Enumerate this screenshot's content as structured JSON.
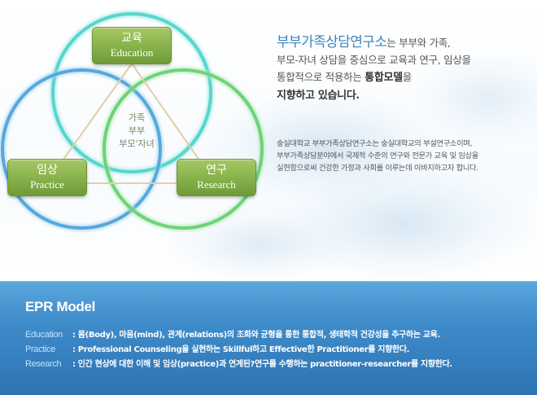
{
  "diagram": {
    "education": {
      "ko": "교육",
      "en": "Education"
    },
    "practice": {
      "ko": "임상",
      "en": "Practice"
    },
    "research": {
      "ko": "연구",
      "en": "Research"
    },
    "center": [
      "가족",
      "부부",
      "부모'자녀"
    ],
    "colors": {
      "circle_top": "#57d6cc",
      "circle_left": "#56a8dc",
      "circle_right": "#6fd27a",
      "node": "#86b04a"
    }
  },
  "intro": {
    "org_name": "부부가족상담연구소",
    "line1_rest": "는 부부와 가족,",
    "line2": "부모-자녀 상담을 중심으로 교육과 연구, 임상을",
    "line3_pre": "통합적으로 적용하는 ",
    "line3_strong": "통합모델",
    "line3_post": "을",
    "line4": "지향하고 있습니다.",
    "desc_line1": "숭실대학교 부부가족상담연구소는 숭실대학교의 부설연구소이며,",
    "desc_line2": "부부가족상담분야에서 국제적 수준의 연구와 전문가 교육 및 임상을",
    "desc_line3": "실현함으로써 건강한 가정과 사회를 이루는데 이바지하고자 합니다."
  },
  "epr": {
    "title": "EPR Model",
    "rows": [
      {
        "term": "Education",
        "def": ": 몸(Body), 마음(mind), 관계(relations)의 조화와 균형을 통한 통합적, 생태학적 건강성을 추구하는 교육."
      },
      {
        "term": "Practice",
        "def": ": Professional Counseling을 실현하는 Skillful하고 Effective한 Practitioner를 지향한다."
      },
      {
        "term": "Research",
        "def": ": 인간 현상에 대한 이해 및 임상(practice)과 연계된?연구를 수행하는 practitioner-researcher를 지향한다."
      }
    ],
    "colors": {
      "panel": "#3f8ccb",
      "term": "#bfe4ff"
    }
  }
}
